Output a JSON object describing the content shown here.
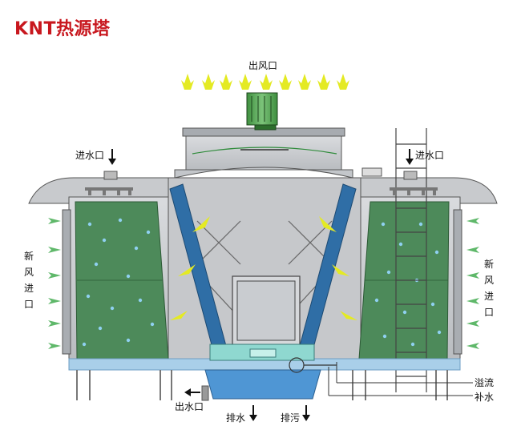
{
  "title": "KNT热源塔",
  "labels": {
    "air_outlet": "出风口",
    "water_inlet_left": "进水口",
    "water_inlet_right": "进水口",
    "fresh_air_left": [
      "新",
      "风",
      "进",
      "口"
    ],
    "fresh_air_right": [
      "新",
      "风",
      "进",
      "口"
    ],
    "water_outlet": "出水口",
    "drain": "排水",
    "blowdown": "排污",
    "overflow": "溢流",
    "makeup": "补水"
  },
  "colors": {
    "title": "#c8171e",
    "fill_media": "#4d8a5a",
    "water": "#a9cfe9",
    "basin": "#4f96d4",
    "pipe": "#2f6ea6",
    "arrow_air": "#e4ea23",
    "arrow_fresh": "#5fb86a",
    "casing": "#c9cbce"
  }
}
